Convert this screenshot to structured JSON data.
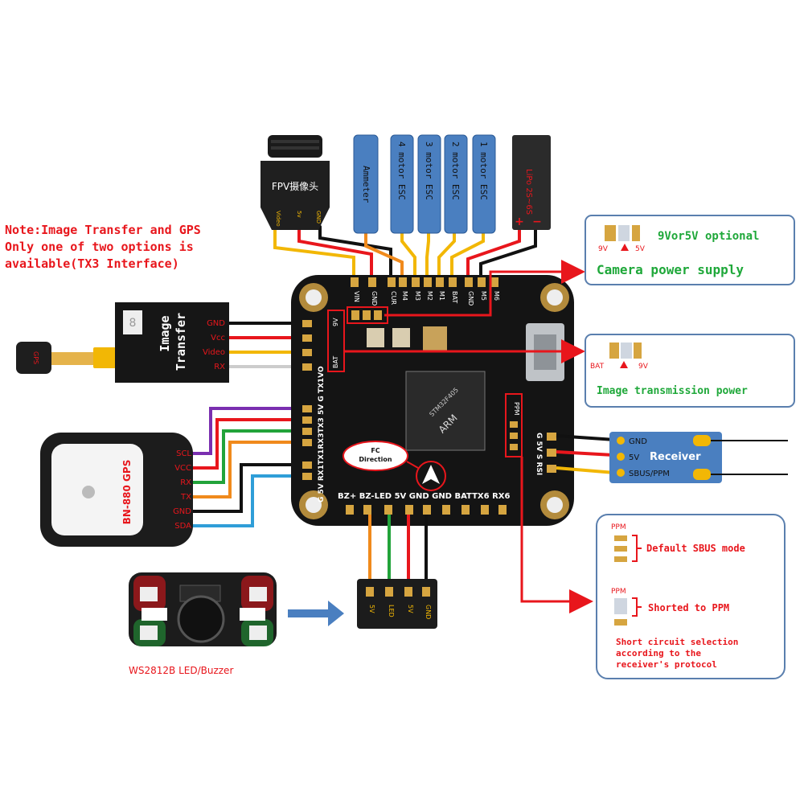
{
  "note": {
    "line1": "Note:Image Transfer and GPS",
    "line2": "Only one of two options is",
    "line3": "available(TX3 Interface)"
  },
  "camera": {
    "label": "FPV摄像头",
    "pins": [
      "Video",
      "5v",
      "GND"
    ]
  },
  "top_connectors": [
    {
      "label": "Ammeter"
    },
    {
      "label": "4 motor ESC"
    },
    {
      "label": "3 motor ESC"
    },
    {
      "label": "2 motor ESC"
    },
    {
      "label": "1 motor ESC"
    }
  ],
  "lipo": {
    "label": "LiPo 2S~6S",
    "plus": "+",
    "minus": "−"
  },
  "image_transfer": {
    "label_line1": "Image",
    "label_line2": "Transfer",
    "pins": [
      "GND",
      "Vcc",
      "Video",
      "RX"
    ],
    "antenna": "GPS"
  },
  "gps": {
    "label": "BN-880 GPS",
    "pins": [
      "SCL",
      "VCC",
      "RX",
      "TX",
      "GND",
      "SDA"
    ]
  },
  "board": {
    "top_pins": [
      "VIN",
      "GND",
      "CUR",
      "M4",
      "M3",
      "M2",
      "M1",
      "BAT",
      "GND",
      "M5",
      "M6"
    ],
    "left_pins": "G 5V RX1TX1RX3TX3 5V G TX1VO",
    "bottom_pins": "BZ+ BZ-LED 5V GND GND BATTX6 RX6",
    "right_pins": "G 5V S RSI",
    "jumper_9v": "9V",
    "jumper_bat": "BAT",
    "ppm": "PPM",
    "chip_line1": "STM32F405",
    "chip_line2": "ARM",
    "fc_direction_line1": "FC",
    "fc_direction_line2": "Direction"
  },
  "camera_power_box": {
    "title": "9Vor5V optional",
    "pad_left": "9V",
    "pad_right": "5V",
    "caption": "Camera power supply"
  },
  "image_tx_box": {
    "pad_left": "BAT",
    "pad_right": "9V",
    "caption": "Image transmission power"
  },
  "receiver": {
    "title": "Receiver",
    "pins": [
      "GND",
      "5V",
      "SBUS/PPM"
    ]
  },
  "ppm_box": {
    "label_top": "PPM",
    "default_text": "Default SBUS mode",
    "label_bottom": "PPM",
    "shorted_text": "Shorted to PPM",
    "note_line1": "Short circuit selection",
    "note_line2": "according to the",
    "note_line3": "receiver's protocol"
  },
  "buzzer": {
    "label": "WS2812B LED/Buzzer",
    "pins": [
      "5V",
      "LED",
      "5V",
      "GND"
    ]
  },
  "colors": {
    "red": "#e8161c",
    "wire_yellow": "#f2b705",
    "wire_black": "#111111",
    "wire_orange": "#f08a1c",
    "wire_purple": "#7a2fb0",
    "wire_green": "#22a33a",
    "wire_blue": "#2f9ed8",
    "box_blue": "#4a7fc0",
    "pcb": "#141414",
    "callout_border": "#5a7fae",
    "green_text": "#1fa83a"
  }
}
